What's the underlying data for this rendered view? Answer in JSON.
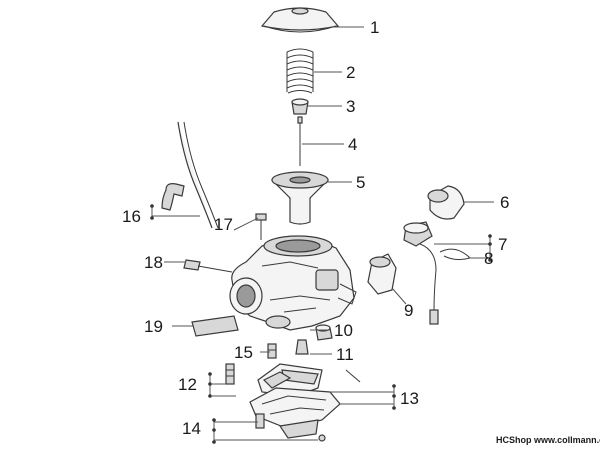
{
  "labels": {
    "l1": "1",
    "l2": "2",
    "l3": "3",
    "l4": "4",
    "l5": "5",
    "l6": "6",
    "l7": "7",
    "l8": "8",
    "l9": "9",
    "l10": "10",
    "l11": "11",
    "l12": "12",
    "l13": "13",
    "l14": "14",
    "l15": "15",
    "l16": "16",
    "l17": "17",
    "l18": "18",
    "l19": "19"
  },
  "watermark": "HCShop www.collmann.eu"
}
